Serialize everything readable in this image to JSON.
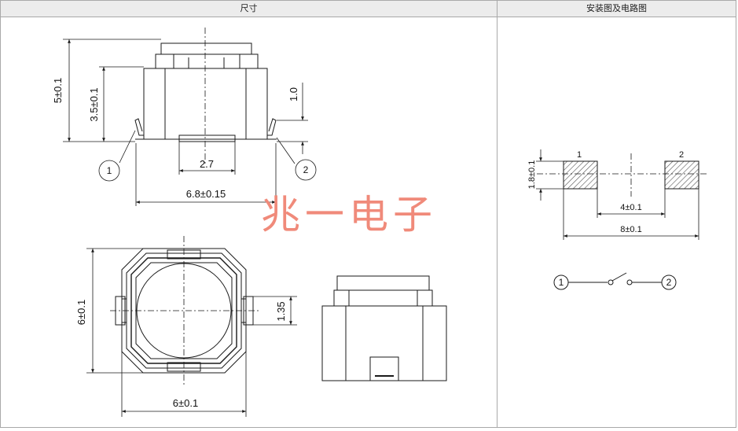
{
  "headers": {
    "dimensions": "尺寸",
    "mounting_circuit": "安装图及电路图"
  },
  "watermark": "兆一电子",
  "side_view": {
    "total_height": "5±0.1",
    "body_height": "3.5±0.1",
    "terminal_height": "1.0",
    "center_width": "2.7",
    "overall_width": "6.8±0.15",
    "pin1": "1",
    "pin2": "2"
  },
  "top_view": {
    "height": "6±0.1",
    "width": "6±0.1",
    "tab_height": "1.35"
  },
  "footprint": {
    "pad_height": "1.8±0.1",
    "pad_gap": "4±0.1",
    "overall_width": "8±0.1",
    "pad1_label": "1",
    "pad2_label": "2"
  },
  "circuit": {
    "pin1": "1",
    "pin2": "2"
  },
  "colors": {
    "line": "#1a1a1a",
    "header_bg": "#ececec",
    "border": "#a9a9a9",
    "watermark": "#f08a7a",
    "hatch": "#555555"
  }
}
